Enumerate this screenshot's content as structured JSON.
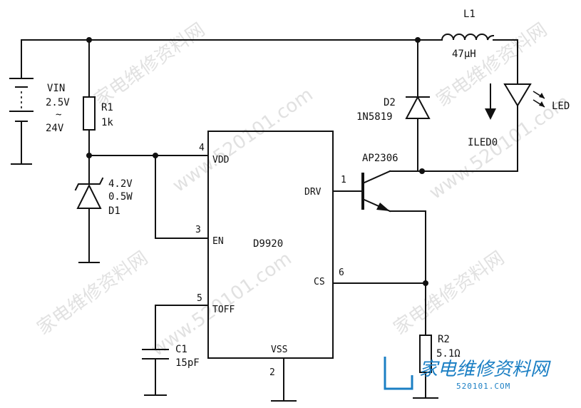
{
  "components": {
    "vin": {
      "ref": "VIN",
      "range_min": "2.5V",
      "tilde": "~",
      "range_max": "24V"
    },
    "r1": {
      "ref": "R1",
      "value": "1k"
    },
    "d1": {
      "voltage": "4.2V",
      "power": "0.5W",
      "ref": "D1"
    },
    "c1": {
      "ref": "C1",
      "value": "15pF"
    },
    "ic": {
      "name": "D9920",
      "pins": {
        "vdd": "VDD",
        "en": "EN",
        "toff": "TOFF",
        "drv": "DRV",
        "cs": "CS",
        "vss": "VSS"
      },
      "pin_numbers": {
        "vdd": "4",
        "en": "3",
        "toff": "5",
        "drv": "1",
        "cs": "6",
        "vss": "2"
      }
    },
    "q": {
      "ref": "AP2306"
    },
    "d2": {
      "ref": "D2",
      "part": "1N5819"
    },
    "l1": {
      "ref": "L1",
      "value": "47μH"
    },
    "led": {
      "ref": "LED",
      "current": "ILED0"
    },
    "r2": {
      "ref": "R2",
      "value": "5.1Ω"
    }
  },
  "watermarks": {
    "domain": "www.520101.com",
    "cn": "家电维修资料网",
    "brand_cn": "家电维修资料网",
    "brand_num": "520101.COM"
  },
  "colors": {
    "ink": "#111111",
    "watermark": "#c9c9c9",
    "brand": "#1b7fc4"
  }
}
